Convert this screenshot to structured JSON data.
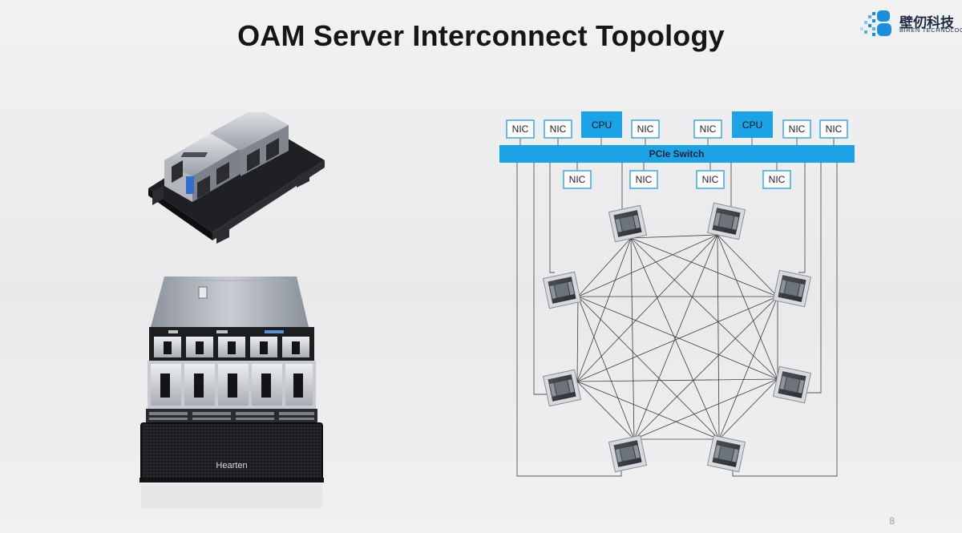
{
  "slide": {
    "title": "OAM Server Interconnect Topology",
    "page_number": "8"
  },
  "logo": {
    "name_cn": "壁仞科技",
    "name_en": "BIREN TECHNOLOGY",
    "icon": "biren-b-logo-icon",
    "color": "#1a8fe0"
  },
  "products": {
    "server_brand": "Hearten"
  },
  "topology": {
    "colors": {
      "accent": "#1ba3e8",
      "nic_border": "#38a9e4",
      "line": "#555555"
    },
    "cpus": [
      "CPU",
      "CPU"
    ],
    "top_nics": [
      "NIC",
      "NIC",
      "NIC",
      "NIC",
      "NIC",
      "NIC"
    ],
    "switch_label": "PCIe Switch",
    "bottom_nics": [
      "NIC",
      "NIC",
      "NIC",
      "NIC"
    ],
    "gpu_count": 8,
    "mesh": "all-to-all"
  }
}
